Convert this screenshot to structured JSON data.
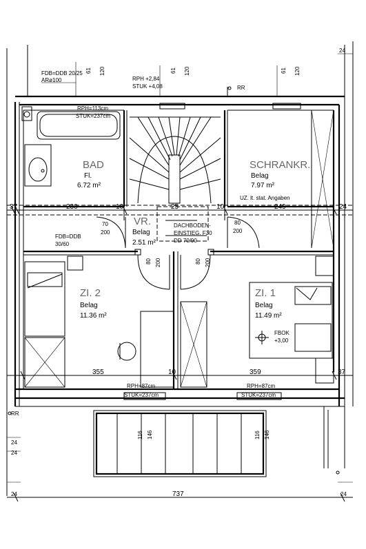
{
  "rooms": {
    "bad": {
      "name": "BAD",
      "floor": "Fl.",
      "area": "6.72 m²"
    },
    "schrank": {
      "name": "SCHRANKR.",
      "floor": "Belag",
      "area": "7.97 m²"
    },
    "vr": {
      "name": "VR.",
      "floor": "Belag",
      "area": "2.51 m²"
    },
    "zi2": {
      "name": "ZI. 2",
      "floor": "Belag",
      "area": "11.36 m²"
    },
    "zi1": {
      "name": "ZI. 1",
      "floor": "Belag",
      "area": "11.49 m²"
    }
  },
  "notes": {
    "fdb_top_1": "FDB=DDB 20/25",
    "fdb_top_2": "ARø100",
    "rph_top_1": "RPH +2,84",
    "rph_top_2": "STUK +4,08",
    "rph_bath_1": "RPH=113cm",
    "rph_bath_2": "STUK=237cm",
    "rr_top": "RR",
    "uz_note": "UZ. lt. stat. Angaben",
    "dachboden_1": "DACHBODEN-",
    "dachboden_2": "EINSTIEG. F30",
    "dachboden_3": "DD 70/90",
    "fdb_left_1": "FDB=DDB",
    "fdb_left_2": "30/60",
    "fbok_1": "FBOK",
    "fbok_2": "+3,00",
    "rph_bot_l_1": "RPH=87cm",
    "rph_bot_l_2": "STUK=237cm",
    "rph_bot_r_1": "RPH=87cm",
    "rph_bot_r_2": "STUK=237cm",
    "rr_bot": "RR"
  },
  "dims": {
    "w61a": "61",
    "w120a": "120",
    "w61b": "61",
    "w120b": "120",
    "w61c": "61",
    "w120c": "120",
    "d24tr": "24",
    "d37l": "37",
    "d230": "230",
    "d10a": "10",
    "d25": "25",
    "d10b": "10",
    "d249": "249",
    "d24r": "24",
    "dr70": "70",
    "dr200a": "200",
    "dr80a": "80",
    "dr200b": "200",
    "dz80a": "80",
    "dz200a": "200",
    "dz80b": "80",
    "dz200b": "200",
    "d355": "355",
    "d10c": "10",
    "d359": "359",
    "d37r": "37",
    "w116a": "116",
    "w146a": "146",
    "w116b": "116",
    "w146b": "146",
    "d24l1": "24",
    "d24l2": "24",
    "d24l3": "24",
    "d24r2": "24",
    "d737": "737"
  }
}
